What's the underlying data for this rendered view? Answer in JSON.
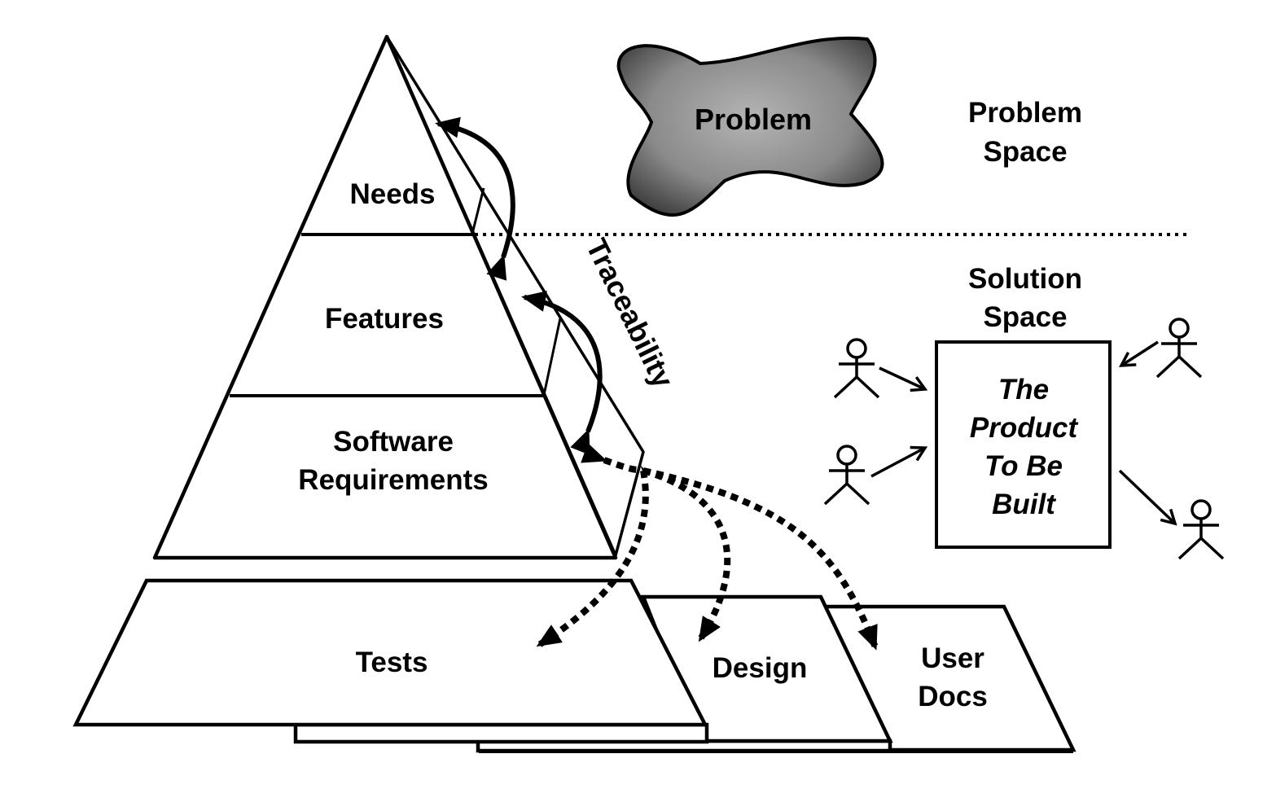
{
  "pyramid": {
    "needs": "Needs",
    "features": "Features",
    "software_requirements": [
      "Software",
      "Requirements"
    ]
  },
  "traceability": "Traceability",
  "problem_blob": "Problem",
  "problem_space": [
    "Problem",
    "Space"
  ],
  "solution_space": [
    "Solution",
    "Space"
  ],
  "product_box": [
    "The",
    "Product",
    "To Be",
    "Built"
  ],
  "artifacts": {
    "tests": "Tests",
    "design": "Design",
    "user_docs": [
      "User",
      "Docs"
    ]
  },
  "colors": {
    "stroke": "#000000",
    "blob_light": "#a8a8a8",
    "blob_dark": "#3c3c3c"
  }
}
